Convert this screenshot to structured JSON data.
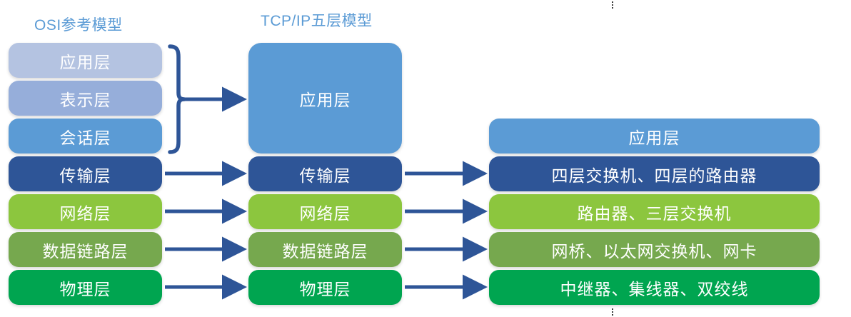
{
  "diagram": {
    "title_osi": "OSI参考模型",
    "title_tcpip": "TCP/IP五层模型",
    "osi_layers": [
      {
        "label": "应用层",
        "color": "#B4C3E1"
      },
      {
        "label": "表示层",
        "color": "#96AEDA"
      },
      {
        "label": "会话层",
        "color": "#5B9BD5"
      },
      {
        "label": "传输层",
        "color": "#2E5597"
      },
      {
        "label": "网络层",
        "color": "#8CC63E"
      },
      {
        "label": "数据链路层",
        "color": "#76A84E"
      },
      {
        "label": "物理层",
        "color": "#00A550"
      }
    ],
    "tcpip_layers": [
      {
        "label": "应用层",
        "color": "#5B9BD5"
      },
      {
        "label": "传输层",
        "color": "#2E5597"
      },
      {
        "label": "网络层",
        "color": "#8CC63E"
      },
      {
        "label": "数据链路层",
        "color": "#76A84E"
      },
      {
        "label": "物理层",
        "color": "#00A550"
      }
    ],
    "device_layers": [
      {
        "label": "应用层",
        "color": "#5B9BD5"
      },
      {
        "label": "四层交换机、四层的路由器",
        "color": "#2E5597"
      },
      {
        "label": "路由器、三层交换机",
        "color": "#8CC63E"
      },
      {
        "label": "网桥、以太网交换机、网卡",
        "color": "#76A84E"
      },
      {
        "label": "中继器、集线器、双绞线",
        "color": "#00A550"
      }
    ],
    "colors": {
      "connector": "#2E5597",
      "title": "#5B9BD5",
      "background": "#FFFFFF"
    }
  }
}
